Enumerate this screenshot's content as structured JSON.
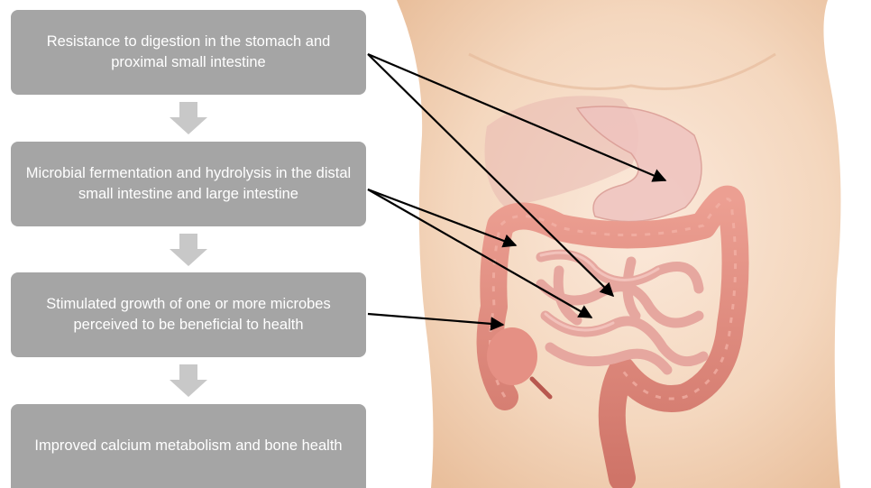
{
  "steps": [
    {
      "label": "Resistance to digestion in the stomach and proximal small intestine"
    },
    {
      "label": "Microbial fermentation and hydrolysis in the distal small intestine and large intestine"
    },
    {
      "label": "Stimulated growth of one or more microbes perceived to be beneficial to health"
    },
    {
      "label": "Improved calcium metabolism and bone health"
    }
  ],
  "colors": {
    "box_fill": "#a5a5a5",
    "box_text": "#ffffff",
    "flow_arrow": "#c8c8c8",
    "pointer_arrow": "#000000",
    "skin": "#f2d2b6",
    "intestine": "#e0968c"
  },
  "illustration": {
    "subject": "torso-digestive-system",
    "organs": [
      "liver",
      "stomach",
      "small-intestine",
      "large-intestine"
    ]
  }
}
